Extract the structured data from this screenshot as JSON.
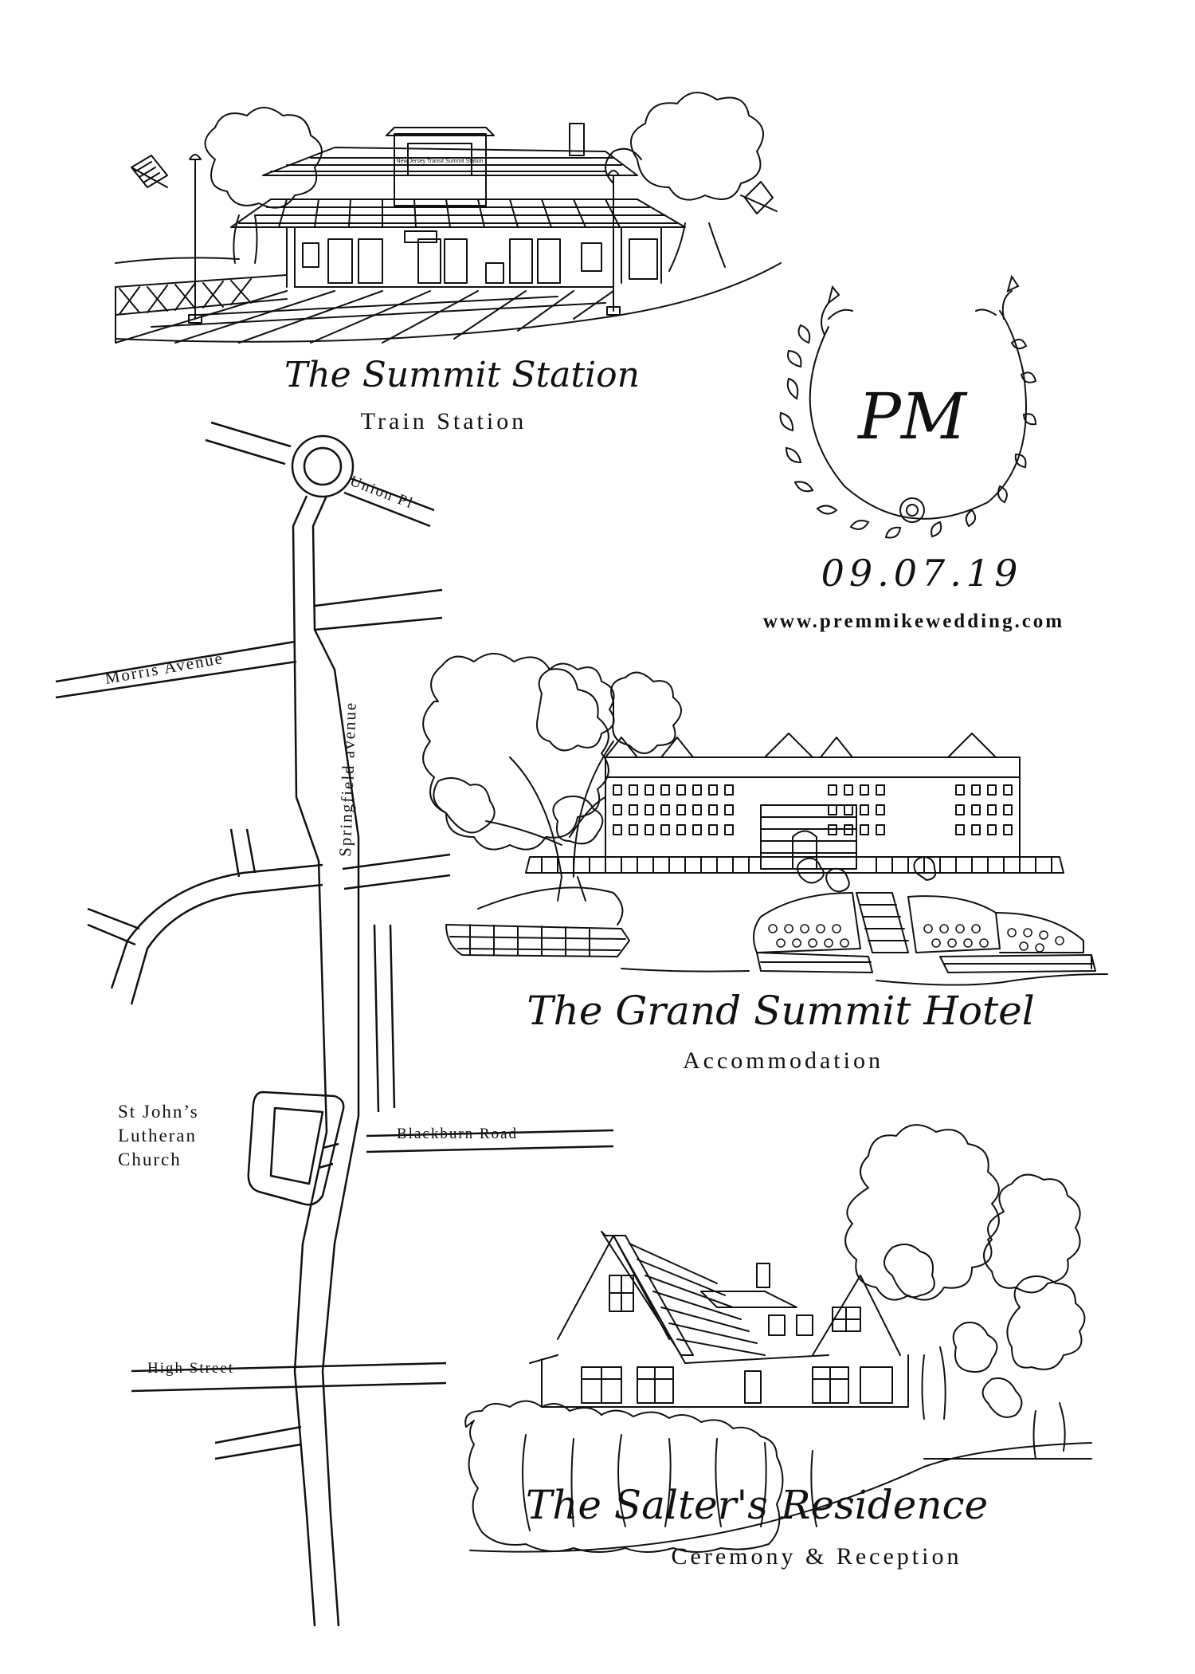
{
  "monogram": "PM",
  "date": "09.07.19",
  "website": "www.premmikewedding.com",
  "venues": {
    "station": {
      "name": "The Summit Station",
      "role": "Train Station"
    },
    "hotel": {
      "name": "The Grand Summit Hotel",
      "role": "Accommodation"
    },
    "residence": {
      "name": "The Salter's Residence",
      "role": "Ceremony & Reception"
    }
  },
  "map": {
    "streets": {
      "union": "Union Pl",
      "morris": "Morris Avenue",
      "springfield": "Springfield avenue",
      "blackburn": "Blackburn Road",
      "high": "High Street"
    },
    "landmark_lines": [
      "St John’s",
      "Lutheran",
      "Church"
    ]
  },
  "drawing_text": {
    "station_sign": "New Jersey Transit Summit Station"
  },
  "colors": {
    "ink": "#111111",
    "paper": "#ffffff"
  }
}
